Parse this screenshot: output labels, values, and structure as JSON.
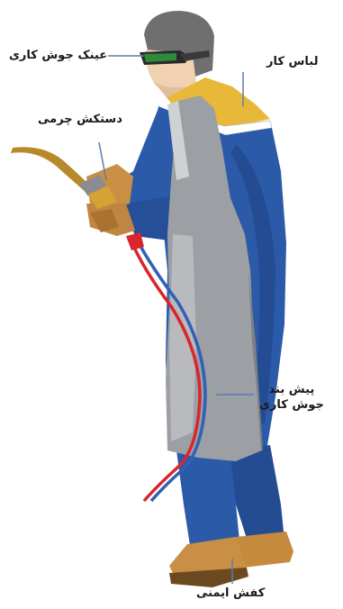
{
  "labels": {
    "goggles": "عینک جوش کاری",
    "suit": "لباس کار",
    "gloves": "دستکش چرمی",
    "apron_line1": "پیش بند",
    "apron_line2": "جوش کاری",
    "shoes": "کفش ایمنی"
  },
  "colors": {
    "suit_blue": "#2b5aa8",
    "apron_gray": "#9c9fa3",
    "collar_yellow": "#e8b838",
    "glove_tan": "#c98f45",
    "hose_red": "#d8262c",
    "hose_blue": "#3060b8",
    "leader_line": "#5a7fb0"
  }
}
